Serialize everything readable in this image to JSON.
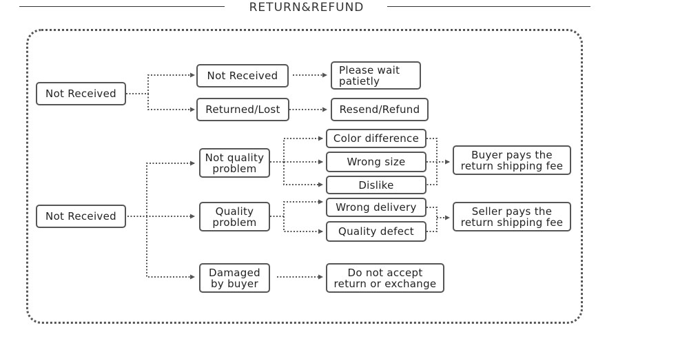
{
  "title": "RETURN&REFUND",
  "nodes": {
    "not_received_top": "Not Received",
    "not_received_sub": "Not Received",
    "please_wait": "Please wait\npatietly",
    "returned_lost": "Returned/Lost",
    "resend_refund": "Resend/Refund",
    "not_received_bottom": "Not Received",
    "not_quality_problem": "Not quality\nproblem",
    "quality_problem": "Quality\nproblem",
    "damaged_by_buyer": "Damaged\nby buyer",
    "color_difference": "Color difference",
    "wrong_size": "Wrong size",
    "dislike": "Dislike",
    "wrong_delivery": "Wrong delivery",
    "quality_defect": "Quality defect",
    "buyer_pays": "Buyer pays the\nreturn shipping fee",
    "seller_pays": "Seller pays the\nreturn shipping fee",
    "do_not_accept": "Do not accept\nreturn or exchange"
  },
  "colors": {
    "line": "#555555",
    "text": "#222222"
  }
}
